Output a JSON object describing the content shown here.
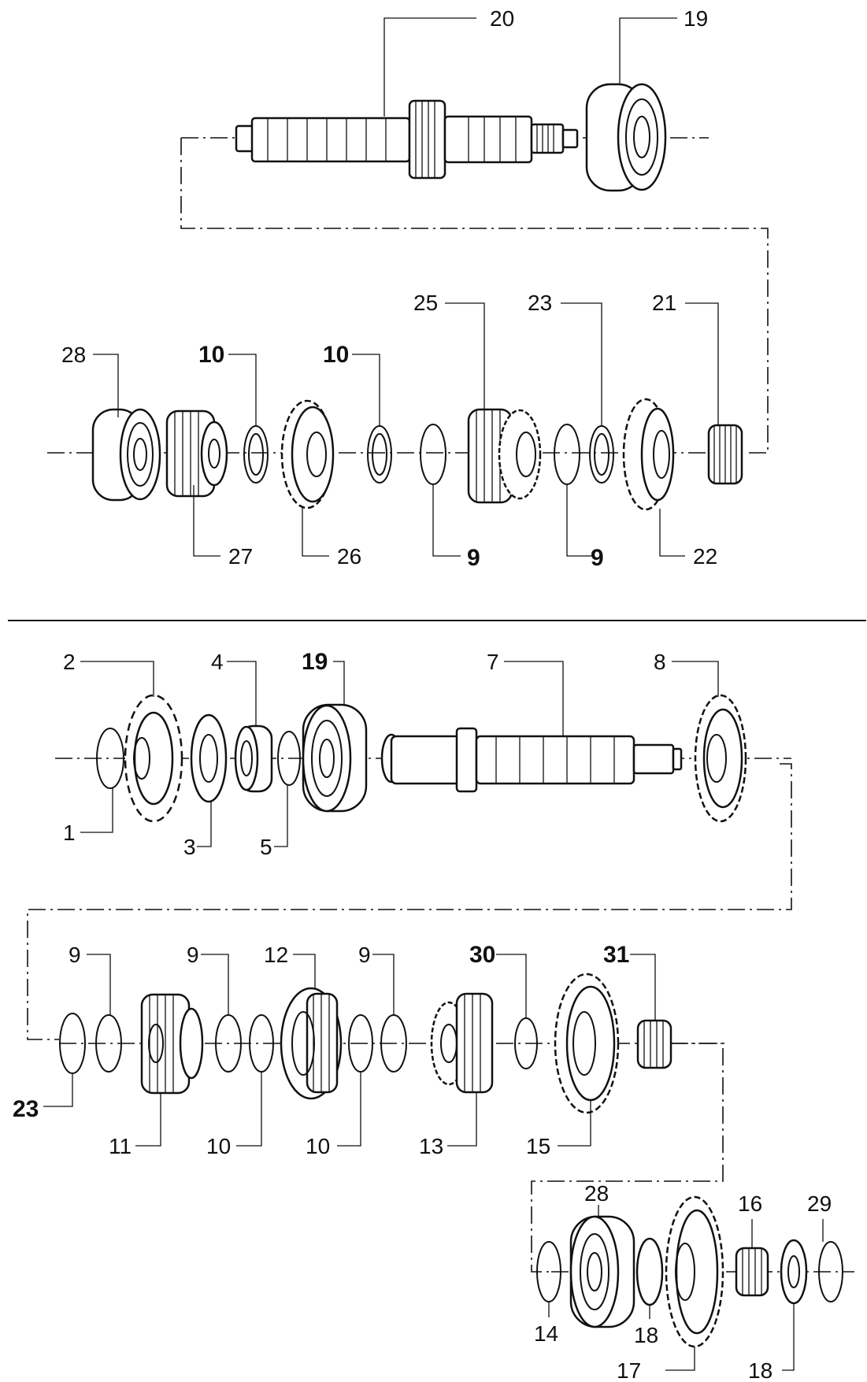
{
  "diagram": {
    "labels": [
      {
        "id": "l20",
        "text": "20"
      },
      {
        "id": "l19a",
        "text": "19"
      },
      {
        "id": "l28a",
        "text": "28"
      },
      {
        "id": "l10a",
        "text": "10"
      },
      {
        "id": "l10b",
        "text": "10"
      },
      {
        "id": "l25",
        "text": "25"
      },
      {
        "id": "l23a",
        "text": "23"
      },
      {
        "id": "l21",
        "text": "21"
      },
      {
        "id": "l27",
        "text": "27"
      },
      {
        "id": "l26",
        "text": "26"
      },
      {
        "id": "l9a",
        "text": "9"
      },
      {
        "id": "l9b",
        "text": "9"
      },
      {
        "id": "l22",
        "text": "22"
      },
      {
        "id": "l2",
        "text": "2"
      },
      {
        "id": "l4",
        "text": "4"
      },
      {
        "id": "l19b",
        "text": "19"
      },
      {
        "id": "l7",
        "text": "7"
      },
      {
        "id": "l8",
        "text": "8"
      },
      {
        "id": "l1",
        "text": "1"
      },
      {
        "id": "l3",
        "text": "3"
      },
      {
        "id": "l5",
        "text": "5"
      },
      {
        "id": "l9c",
        "text": "9"
      },
      {
        "id": "l9d",
        "text": "9"
      },
      {
        "id": "l12",
        "text": "12"
      },
      {
        "id": "l9e",
        "text": "9"
      },
      {
        "id": "l30",
        "text": "30"
      },
      {
        "id": "l31",
        "text": "31"
      },
      {
        "id": "l23b",
        "text": "23"
      },
      {
        "id": "l11",
        "text": "11"
      },
      {
        "id": "l10c",
        "text": "10"
      },
      {
        "id": "l10d",
        "text": "10"
      },
      {
        "id": "l13",
        "text": "13"
      },
      {
        "id": "l15",
        "text": "15"
      },
      {
        "id": "l28b",
        "text": "28"
      },
      {
        "id": "l16",
        "text": "16"
      },
      {
        "id": "l29",
        "text": "29"
      },
      {
        "id": "l14",
        "text": "14"
      },
      {
        "id": "l18a",
        "text": "18"
      },
      {
        "id": "l17",
        "text": "17"
      },
      {
        "id": "l18b",
        "text": "18"
      }
    ]
  }
}
